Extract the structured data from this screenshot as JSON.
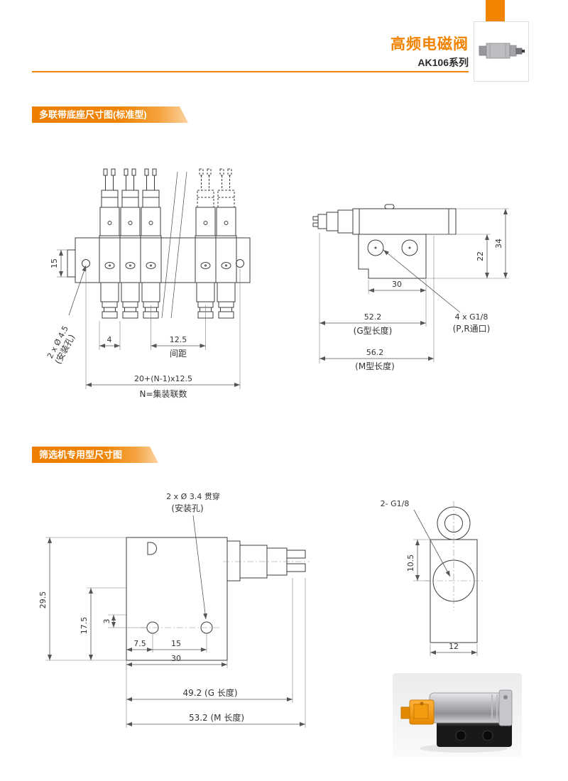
{
  "page": {
    "accent_color": "#f08300"
  },
  "header": {
    "title": "高频电磁阀",
    "series": "AK106系列"
  },
  "section1": {
    "banner": "多联带底座尺寸图(标准型)"
  },
  "section2": {
    "banner": "筛选机专用型尺寸图"
  },
  "front_view": {
    "dim_15": "15",
    "mount_hole": "2 x Ø 4.5",
    "mount_hole_note": "(安装孔)",
    "dim_4": "4",
    "dim_12_5": "12.5",
    "pitch_label": "间距",
    "dim_total": "20+(N-1)x12.5",
    "n_note": "N=集装联数"
  },
  "side_view": {
    "dim_34": "34",
    "dim_22": "22",
    "dim_30": "30",
    "dim_52_2": "52.2",
    "g_len": "(G型长度)",
    "dim_56_2": "56.2",
    "m_len": "(M型长度)",
    "ports": "4 x G1/8",
    "ports_note": "(P,R通口)"
  },
  "sieve_side": {
    "mount_hole": "2 x Ø 3.4 贯穿",
    "mount_hole_note": "(安装孔)",
    "dim_29_5": "29.5",
    "dim_17_5": "17.5",
    "dim_3": "3",
    "dim_7_5": "7.5",
    "dim_15": "15",
    "dim_30": "30",
    "dim_49_2": "49.2 (G 长度)",
    "dim_53_2": "53.2 (M 长度)"
  },
  "sieve_end": {
    "ports": "2- G1/8",
    "dim_10_5": "10.5",
    "dim_12": "12"
  }
}
